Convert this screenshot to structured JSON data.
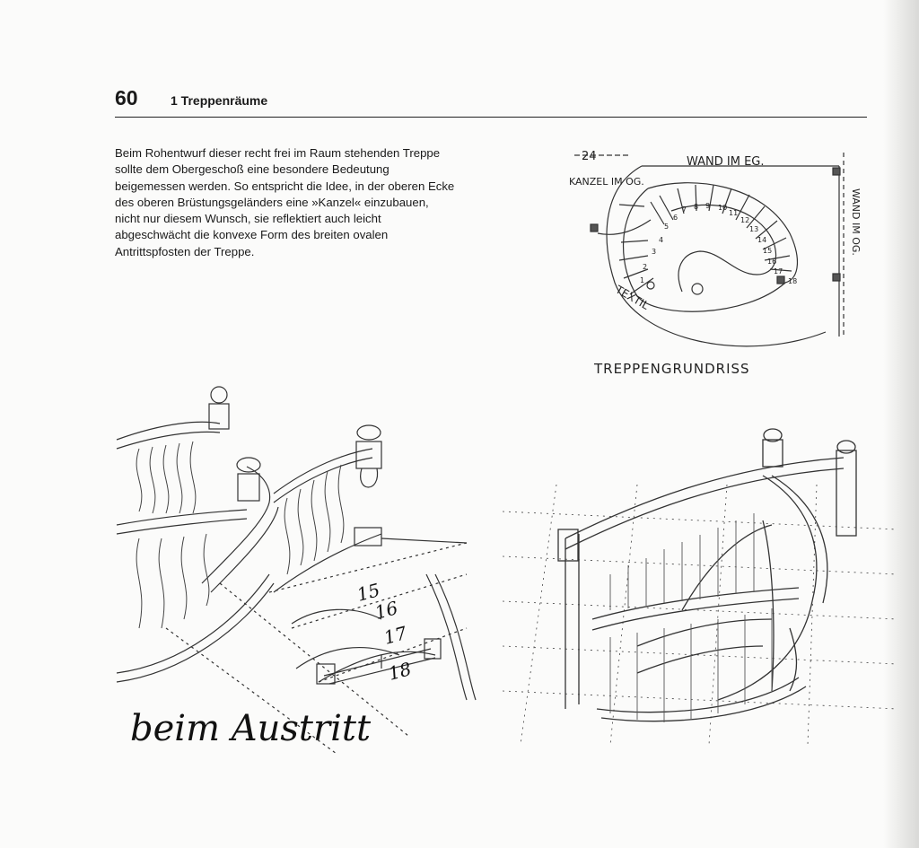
{
  "page": {
    "number": "60",
    "chapter": "1 Treppenräume"
  },
  "body_text": "Beim Rohentwurf dieser recht frei im Raum stehenden Treppe sollte dem Obergeschoß eine besondere Bedeutung beigemessen werden. So entspricht die Idee, in der oberen Ecke des oberen Brüstungsgeländers eine »Kanzel« einzubauen, nicht nur diesem Wunsch, sie reflektiert auch leicht abgeschwächt die konvexe Form des breiten ovalen Antrittspfosten der Treppe.",
  "plan": {
    "caption": "TREPPENGRUNDRISS",
    "label_wall_eg": "WAND IM EG.",
    "label_wall_og": "WAND IM OG.",
    "label_kanzel": "KANZEL IM OG.",
    "label_textil": "TEXTIL",
    "label_24": "24",
    "step_numbers": [
      "1",
      "2",
      "3",
      "4",
      "5",
      "6",
      "7",
      "8",
      "9",
      "10",
      "11",
      "12",
      "13",
      "14",
      "15",
      "16",
      "17",
      "18"
    ]
  },
  "detail_sketch": {
    "step_numbers": [
      "15",
      "16",
      "17",
      "18"
    ],
    "handwriting": "beim Austritt"
  }
}
